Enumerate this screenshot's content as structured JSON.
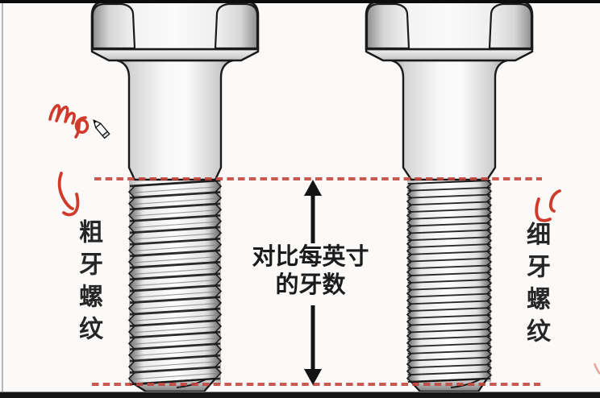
{
  "page": {
    "background": "#fbfaf8",
    "top_bar_color": "#0c0c0c",
    "bottom_bar_color": "#161616",
    "left_edge_line_color": "#b7b7b7"
  },
  "labels": {
    "left_vertical": "粗牙螺纹",
    "right_vertical": "细牙螺纹",
    "center_line1": "对比每英寸",
    "center_line2": "的牙数"
  },
  "diagram": {
    "ink": "#1a1a1a",
    "annotation_red": "#d03a2b",
    "dashed_line_red": "#c2443a",
    "bolts": [
      {
        "name": "coarse-thread-bolt",
        "thread_ridges": 17
      },
      {
        "name": "fine-thread-bolt",
        "thread_ridges": 28
      }
    ]
  }
}
